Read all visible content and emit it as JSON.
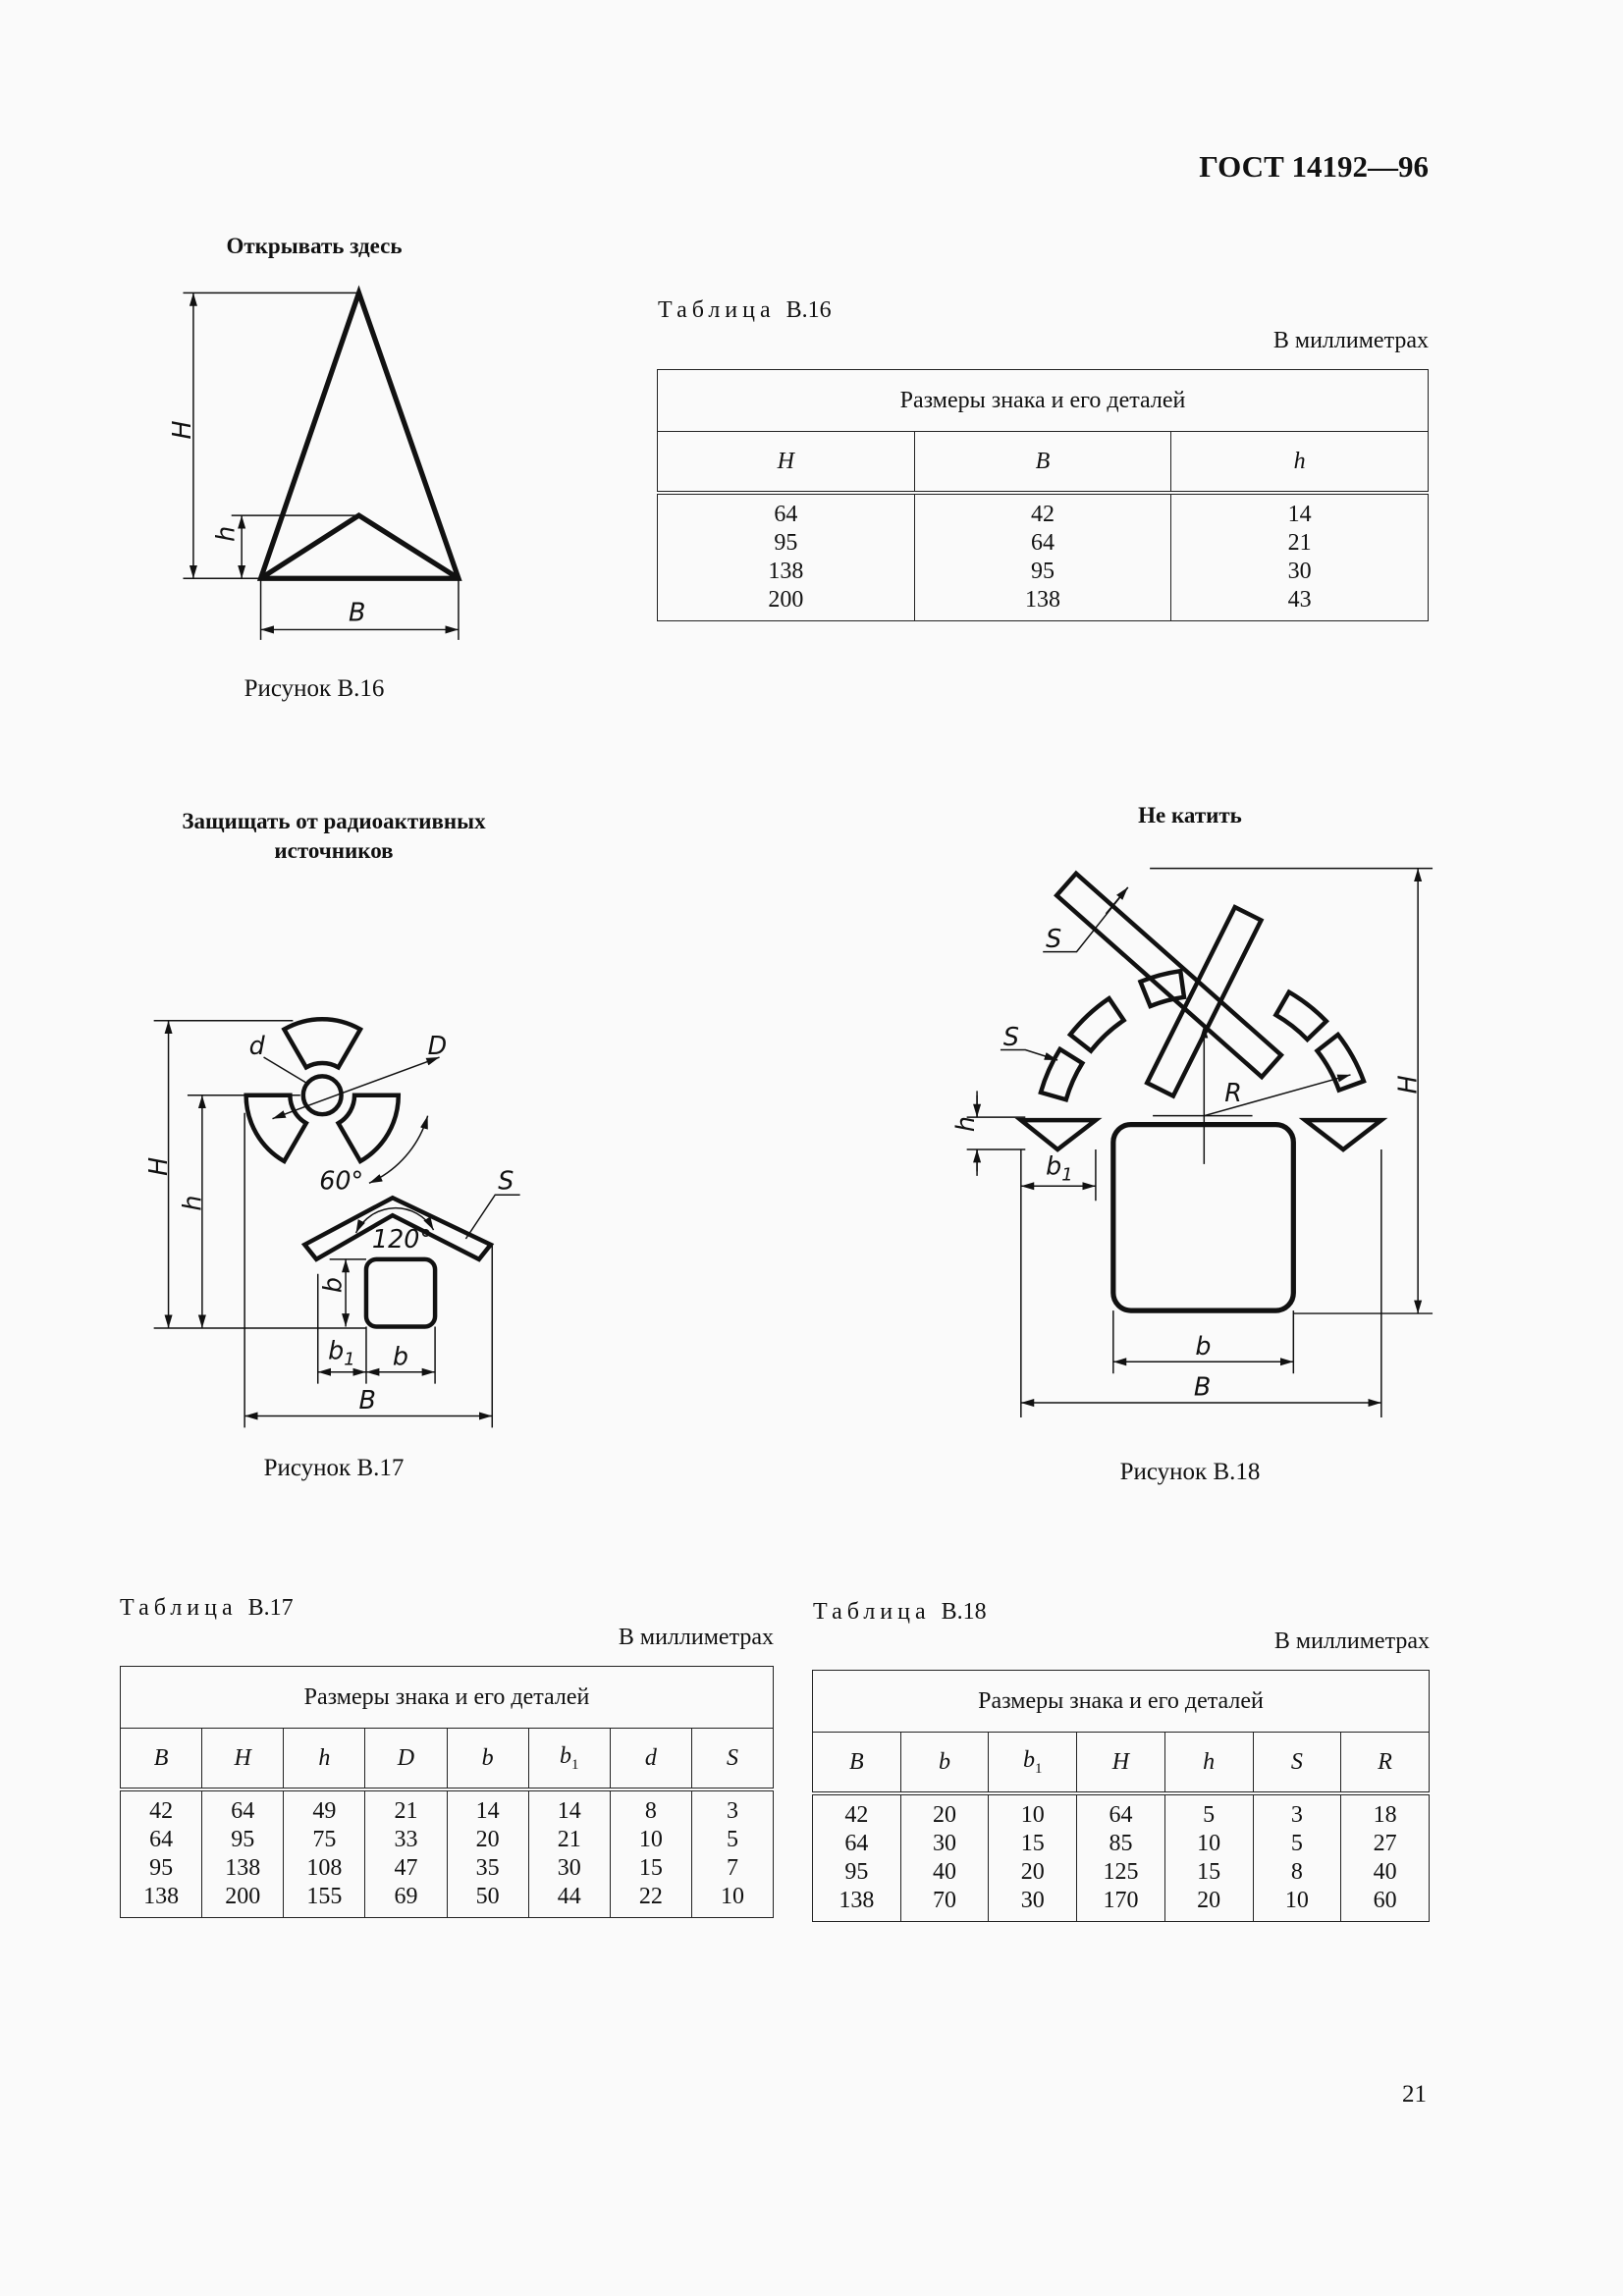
{
  "header": {
    "doc_id": "ГОСТ 14192—96"
  },
  "figure_16": {
    "title": "Открывать здесь",
    "caption": "Рисунок В.16",
    "labels": {
      "H": "H",
      "h": "h",
      "B": "B"
    }
  },
  "figure_17": {
    "title_line1": "Защищать от радиоактивных",
    "title_line2": "источников",
    "caption": "Рисунок В.17",
    "labels": {
      "d": "d",
      "D": "D",
      "H": "H",
      "h": "h",
      "angle60": "60°",
      "angle120": "120°",
      "S": "S",
      "b_vert": "b",
      "b1": "b",
      "b1_sub": "1",
      "b": "b",
      "B": "B"
    }
  },
  "figure_18": {
    "title": "Не катить",
    "caption": "Рисунок В.18",
    "labels": {
      "S_top": "S",
      "S_left": "S",
      "R": "R",
      "h": "h",
      "b1": "b",
      "b1_sub": "1",
      "H": "H",
      "b": "b",
      "B": "B"
    }
  },
  "table_16": {
    "caption_word": "Таблица",
    "caption_num": "В.16",
    "units": "В миллиметрах",
    "group_header": "Размеры знака и его деталей",
    "columns": [
      {
        "sym": "H",
        "sub": ""
      },
      {
        "sym": "B",
        "sub": ""
      },
      {
        "sym": "h",
        "sub": ""
      }
    ],
    "rows": [
      [
        "64",
        "42",
        "14"
      ],
      [
        "95",
        "64",
        "21"
      ],
      [
        "138",
        "95",
        "30"
      ],
      [
        "200",
        "138",
        "43"
      ]
    ]
  },
  "table_17": {
    "caption_word": "Таблица",
    "caption_num": "В.17",
    "units": "В миллиметрах",
    "group_header": "Размеры знака и его деталей",
    "columns": [
      {
        "sym": "B",
        "sub": ""
      },
      {
        "sym": "H",
        "sub": ""
      },
      {
        "sym": "h",
        "sub": ""
      },
      {
        "sym": "D",
        "sub": ""
      },
      {
        "sym": "b",
        "sub": ""
      },
      {
        "sym": "b",
        "sub": "1"
      },
      {
        "sym": "d",
        "sub": ""
      },
      {
        "sym": "S",
        "sub": ""
      }
    ],
    "rows": [
      [
        "42",
        "64",
        "49",
        "21",
        "14",
        "14",
        "8",
        "3"
      ],
      [
        "64",
        "95",
        "75",
        "33",
        "20",
        "21",
        "10",
        "5"
      ],
      [
        "95",
        "138",
        "108",
        "47",
        "35",
        "30",
        "15",
        "7"
      ],
      [
        "138",
        "200",
        "155",
        "69",
        "50",
        "44",
        "22",
        "10"
      ]
    ]
  },
  "table_18": {
    "caption_word": "Таблица",
    "caption_num": "В.18",
    "units": "В миллиметрах",
    "group_header": "Размеры знака и его деталей",
    "columns": [
      {
        "sym": "B",
        "sub": ""
      },
      {
        "sym": "b",
        "sub": ""
      },
      {
        "sym": "b",
        "sub": "1"
      },
      {
        "sym": "H",
        "sub": ""
      },
      {
        "sym": "h",
        "sub": ""
      },
      {
        "sym": "S",
        "sub": ""
      },
      {
        "sym": "R",
        "sub": ""
      }
    ],
    "rows": [
      [
        "42",
        "20",
        "10",
        "64",
        "5",
        "3",
        "18"
      ],
      [
        "64",
        "30",
        "15",
        "85",
        "10",
        "5",
        "27"
      ],
      [
        "95",
        "40",
        "20",
        "125",
        "15",
        "8",
        "40"
      ],
      [
        "138",
        "70",
        "30",
        "170",
        "20",
        "10",
        "60"
      ]
    ]
  },
  "footer": {
    "page_number": "21"
  }
}
